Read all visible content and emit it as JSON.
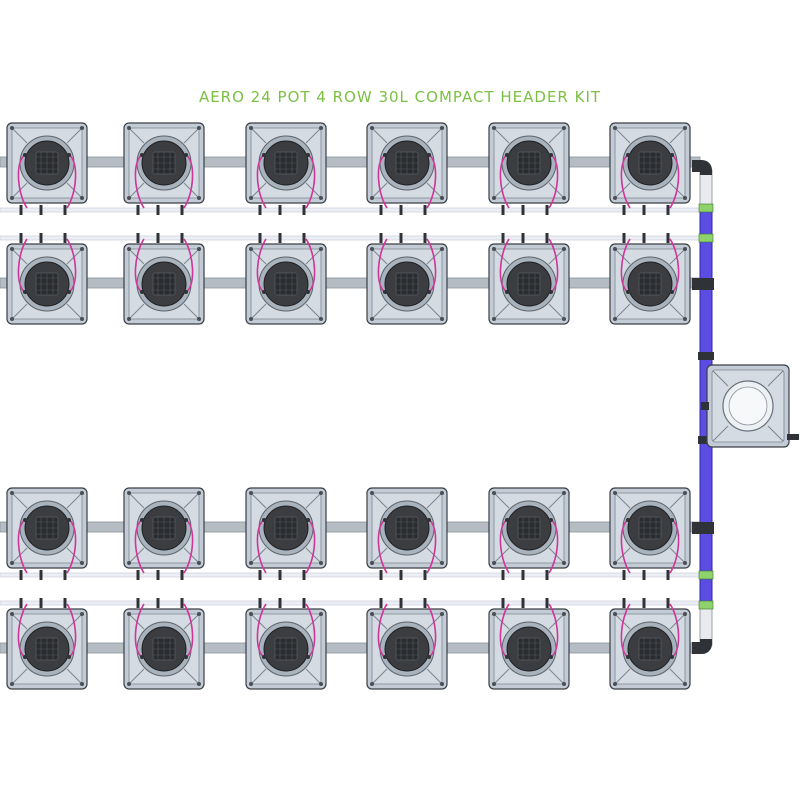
{
  "title": "AERO 24 POT 4 ROW 30L COMPACT HEADER KIT",
  "layout": {
    "rows": 4,
    "pots_per_row": 6,
    "row_groups": 2
  },
  "colors": {
    "title": "#7bc043",
    "pot_body": "#c3ccd6",
    "pot_outline": "#3a3f45",
    "pot_basket": "#3b3d40",
    "pipe": "#b5bcc4",
    "drain_line": "#eceef5",
    "header_pipe": "#5b4de3",
    "tubing": "#d0359b",
    "tank": "#c3ccd6"
  }
}
